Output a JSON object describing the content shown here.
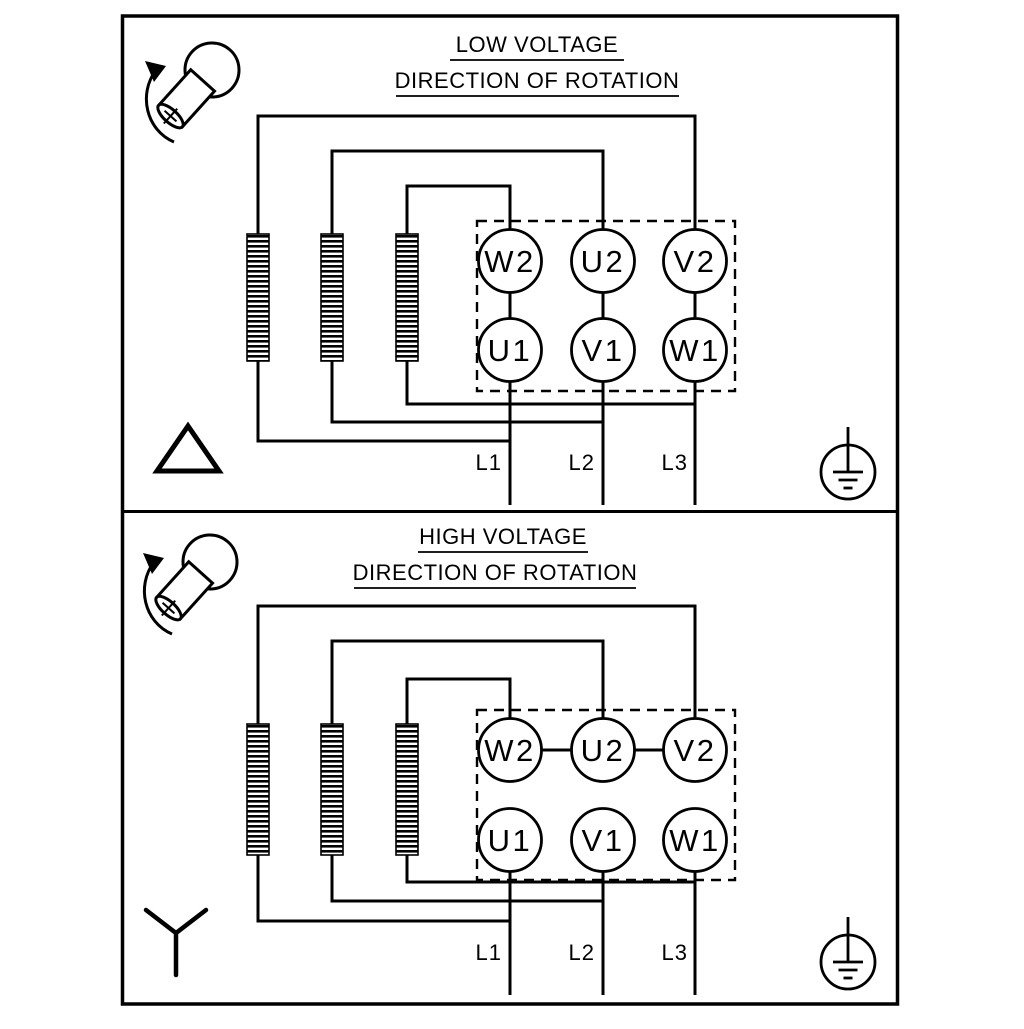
{
  "diagram": {
    "type": "motor-terminal-wiring-diagram",
    "colors": {
      "line": "#000000",
      "background": "#ffffff"
    },
    "icons": {
      "rotation": "rotation-direction-shaft-icon",
      "ground": "earth-ground-icon",
      "delta": "delta-connection-icon",
      "star": "star-connection-icon"
    },
    "panels": [
      {
        "title": "LOW VOLTAGE",
        "subtitle": "DIRECTION OF ROTATION",
        "connection": "delta",
        "terminals": {
          "top": [
            "W2",
            "U2",
            "V2"
          ],
          "bottom": [
            "U1",
            "V1",
            "W1"
          ]
        },
        "supply_lines": [
          "L1",
          "L2",
          "L3"
        ]
      },
      {
        "title": "HIGH VOLTAGE",
        "subtitle": "DIRECTION OF ROTATION",
        "connection": "star",
        "terminals": {
          "top": [
            "W2",
            "U2",
            "V2"
          ],
          "bottom": [
            "U1",
            "V1",
            "W1"
          ]
        },
        "supply_lines": [
          "L1",
          "L2",
          "L3"
        ]
      }
    ]
  }
}
